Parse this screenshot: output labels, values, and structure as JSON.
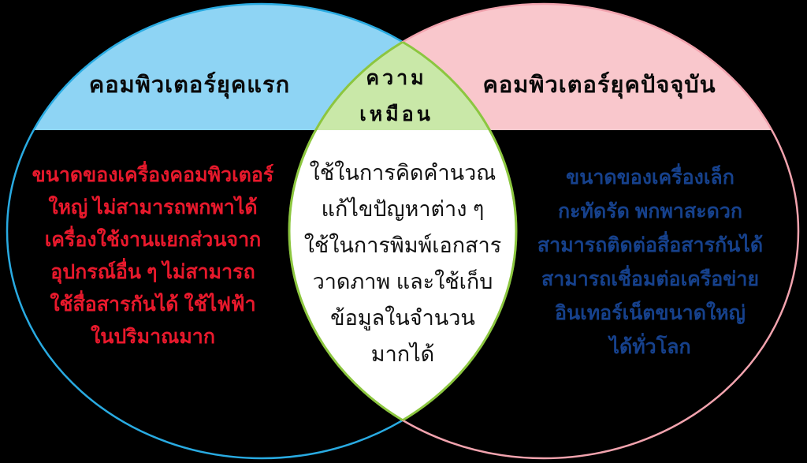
{
  "diagram": {
    "type": "venn-2-circles",
    "left": {
      "title": "คอมพิวเตอร์ยุคแรก",
      "lines": [
        "ขนาดของเครื่องคอมพิวเตอร์",
        "ใหญ่ ไม่สามารถพกพาได้",
        "เครื่องใช้งานแยกส่วนจาก",
        "อุปกรณ์อื่น ๆ ไม่สามารถ",
        "ใช้สื่อสารกันได้ ใช้ไฟฟ้า",
        "ในปริมาณมาก"
      ]
    },
    "center": {
      "title_line1": "ความ",
      "title_line2": "เหมือน",
      "lines": [
        "ใช้ในการคิดคำนวณ",
        "แก้ไขปัญหาต่าง ๆ",
        "ใช้ในการพิมพ์เอกสาร",
        "วาดภาพ และใช้เก็บ",
        "ข้อมูลในจำนวน",
        "มากได้"
      ]
    },
    "right": {
      "title": "คอมพิวเตอร์ยุคปัจจุบัน",
      "lines": [
        "ขนาดของเครื่องเล็ก",
        "กะทัดรัด พกพาสะดวก",
        "สามารถติดต่อสื่อสารกันได้",
        "สามารถเชื่อมต่อเครือข่าย",
        "อินเทอร์เน็ตขนาดใหญ่",
        "ได้ทั่วโลก"
      ]
    },
    "colors": {
      "background": "#000000",
      "left_band_fill": "#8ed4f4",
      "left_circle_stroke": "#29abe2",
      "right_band_fill": "#f9c7cc",
      "right_circle_stroke": "#f2a3ae",
      "center_band_fill": "#c9e8a8",
      "center_lens_stroke": "#8cc63f",
      "center_lens_fill": "#ffffff",
      "left_text_color": "#e8192c",
      "right_text_color": "#16418c",
      "center_text_color": "#111111",
      "heading_text_color": "#0a0a0a"
    }
  }
}
